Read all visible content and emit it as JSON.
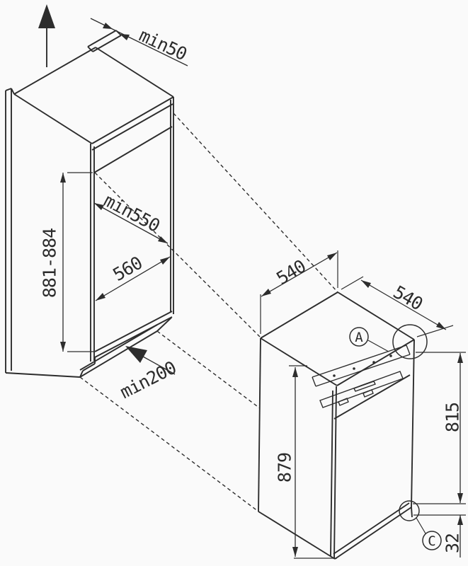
{
  "drawing": {
    "title": "built-in-appliance-installation-diagram",
    "background": "#fafafa",
    "stroke_color": "#2d2d2d",
    "labels": {
      "top_clearance": "min50",
      "niche_depth": "min550",
      "niche_width": "560",
      "niche_height": "881-884",
      "bottom_vent": "min200",
      "appliance_top_width": "540",
      "appliance_top_depth": "540",
      "appliance_height": "879",
      "door_hinge_height": "815",
      "bottom_offset": "32",
      "detail_marker_top": "A",
      "detail_marker_bottom": "C"
    }
  }
}
